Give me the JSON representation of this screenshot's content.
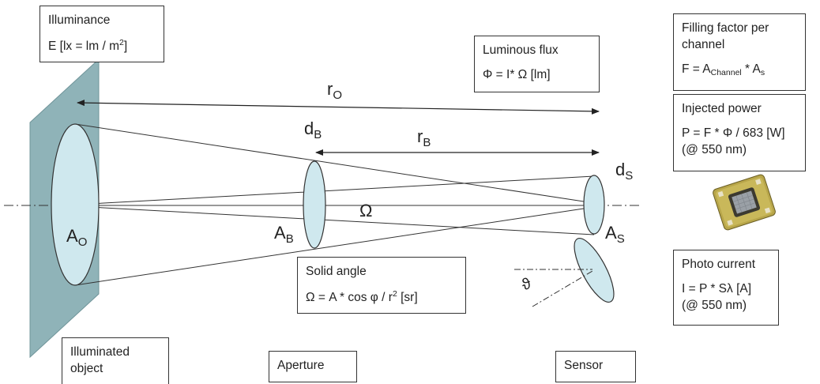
{
  "labels": {
    "r_o": "r",
    "r_o_sub": "O",
    "r_b": "r",
    "r_b_sub": "B",
    "d_b": "d",
    "d_b_sub": "B",
    "d_s": "d",
    "d_s_sub": "S",
    "a_o": "A",
    "a_o_sub": "O",
    "a_b": "A",
    "a_b_sub": "B",
    "a_s": "A",
    "a_s_sub": "S",
    "omega": "Ω",
    "theta": "ϑ"
  },
  "boxes": {
    "illuminance": {
      "title": "Illuminance",
      "formula_prefix": "E [lx = lm / m",
      "formula_sup": "2",
      "formula_suffix": "]"
    },
    "luminous_flux": {
      "title": "Luminous flux",
      "formula": "Φ = I* Ω [lm]"
    },
    "filling_factor": {
      "title_line1": "Filling factor per",
      "title_line2": "channel",
      "f_prefix": "F = A",
      "f_sub1": "Channel",
      "f_mid": " * A",
      "f_sub2": "s"
    },
    "injected_power": {
      "title": "Injected power",
      "formula": "P = F * Φ / 683 [W]",
      "note": "(@ 550 nm)"
    },
    "solid_angle": {
      "title": "Solid angle",
      "formula_prefix": "Ω = A * cos φ / r",
      "formula_sup": "2",
      "formula_suffix": " [sr]"
    },
    "photo_current": {
      "title": "Photo current",
      "formula": "I = P * Sλ [A]",
      "note": "(@ 550 nm)"
    },
    "illuminated_object": {
      "line1": "Illuminated",
      "line2": "object"
    },
    "aperture": {
      "label": "Aperture"
    },
    "sensor": {
      "label": "Sensor"
    }
  },
  "colors": {
    "plate": "#8fb3b8",
    "plate_edge": "#6f9499",
    "ellipse_fill": "#cfe8ee",
    "stroke": "#333333",
    "chip_body": "#b8a64a",
    "chip_die": "#9aa0a6"
  }
}
